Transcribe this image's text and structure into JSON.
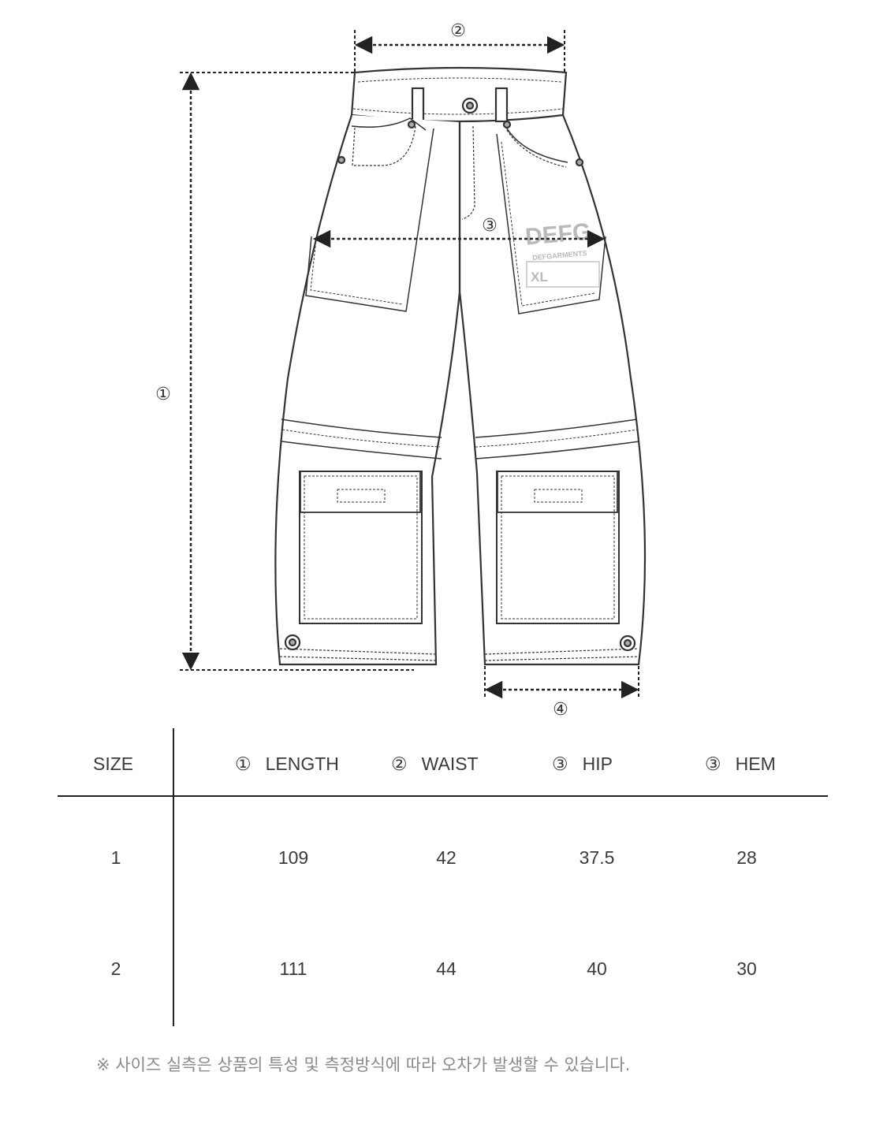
{
  "diagram": {
    "markers": {
      "length": "①",
      "waist": "②",
      "hip": "③",
      "hem": "④"
    },
    "brand_logo": "DEFG",
    "brand_sub": "DEFGARMENTS",
    "tag_size": "XL"
  },
  "size_table": {
    "size_header": "SIZE",
    "columns": [
      {
        "marker": "①",
        "label": "LENGTH"
      },
      {
        "marker": "②",
        "label": "WAIST"
      },
      {
        "marker": "③",
        "label": "HIP"
      },
      {
        "marker": "③",
        "label": "HEM"
      }
    ],
    "rows": [
      {
        "size": "1",
        "length": "109",
        "waist": "42",
        "hip": "37.5",
        "hem": "28"
      },
      {
        "size": "2",
        "length": "111",
        "waist": "44",
        "hip": "40",
        "hem": "30"
      }
    ]
  },
  "note": "※ 사이즈 실측은 상품의 특성 및 측정방식에 따라 오차가 발생할 수 있습니다."
}
